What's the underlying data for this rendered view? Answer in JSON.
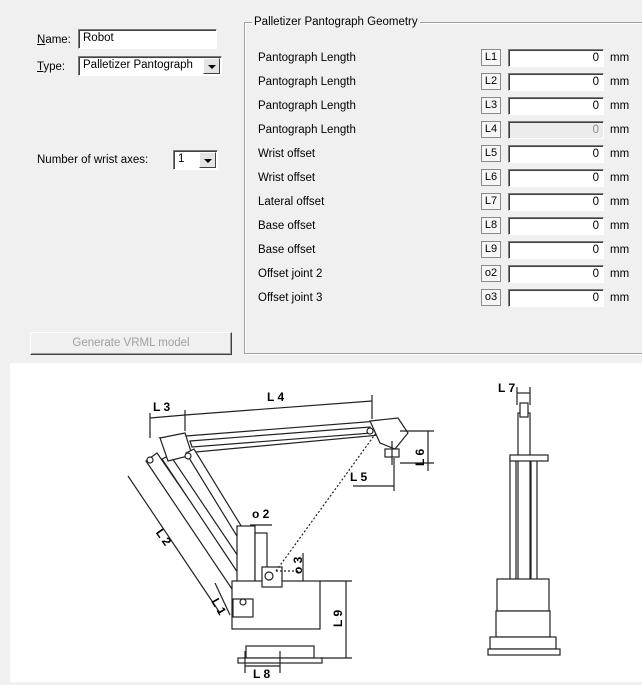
{
  "form": {
    "name_label": "Name:",
    "name_value": "Robot",
    "type_label": "Type:",
    "type_value": "Palletizer Pantograph",
    "wrist_axes_label": "Number of wrist axes:",
    "wrist_axes_value": "1",
    "generate_button": "Generate VRML model"
  },
  "geometry": {
    "title": "Palletizer Pantograph Geometry",
    "unit": "mm",
    "rows": [
      {
        "label": "Pantograph Length",
        "code": "L1",
        "value": "0",
        "disabled": false
      },
      {
        "label": "Pantograph Length",
        "code": "L2",
        "value": "0",
        "disabled": false
      },
      {
        "label": "Pantograph Length",
        "code": "L3",
        "value": "0",
        "disabled": false
      },
      {
        "label": "Pantograph Length",
        "code": "L4",
        "value": "0",
        "disabled": true
      },
      {
        "label": "Wrist offset",
        "code": "L5",
        "value": "0",
        "disabled": false
      },
      {
        "label": "Wrist offset",
        "code": "L6",
        "value": "0",
        "disabled": false
      },
      {
        "label": "Lateral offset",
        "code": "L7",
        "value": "0",
        "disabled": false
      },
      {
        "label": "Base offset",
        "code": "L8",
        "value": "0",
        "disabled": false
      },
      {
        "label": "Base offset",
        "code": "L9",
        "value": "0",
        "disabled": false
      },
      {
        "label": "Offset joint 2",
        "code": "o2",
        "value": "0",
        "disabled": false
      },
      {
        "label": "Offset joint 3",
        "code": "o3",
        "value": "0",
        "disabled": false
      }
    ]
  },
  "diagram": {
    "labels": {
      "L1": "L 1",
      "L2": "L 2",
      "L3": "L 3",
      "L4": "L 4",
      "L5": "L 5",
      "L6": "L 6",
      "L7": "L 7",
      "L8": "L 8",
      "L9": "L 9",
      "o2": "o 2",
      "o3": "o 3"
    }
  }
}
